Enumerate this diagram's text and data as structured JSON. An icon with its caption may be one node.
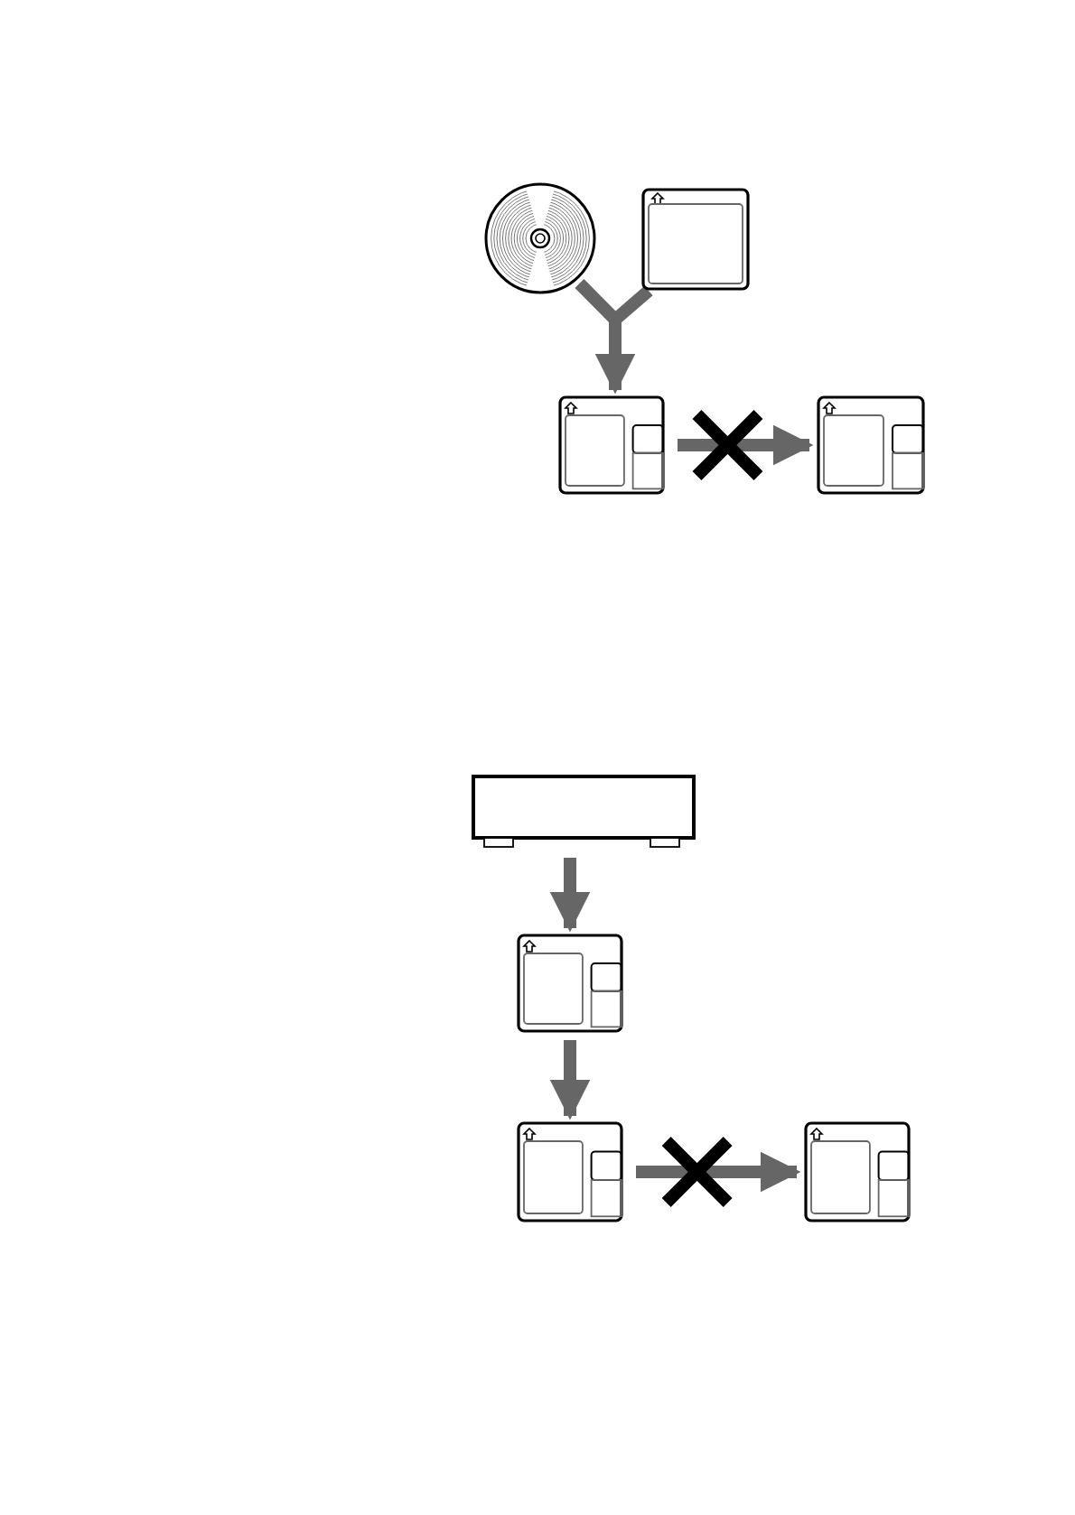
{
  "diagram": {
    "nodes": [
      {
        "text": [],
        "shape": "picture"
      },
      {
        "text": [],
        "shape": "picture"
      },
      {
        "text": [],
        "shape": "picture"
      },
      {
        "text": [],
        "shape": "picture"
      },
      {
        "text": [],
        "shape": "box"
      },
      {
        "text": [],
        "shape": "picture"
      },
      {
        "text": [],
        "shape": "picture"
      },
      {
        "text": [],
        "shape": "picture"
      }
    ],
    "edges": [
      {
        "from": 0,
        "to": 2,
        "arrow": "to"
      },
      {
        "from": 1,
        "to": 2,
        "arrow": "to"
      },
      {
        "from": 2,
        "to": 3,
        "arrow": "to"
      },
      {
        "from": 4,
        "to": 5,
        "arrow": "to"
      },
      {
        "from": 5,
        "to": 6,
        "arrow": "to"
      },
      {
        "from": 6,
        "to": 7,
        "arrow": "to"
      }
    ]
  }
}
